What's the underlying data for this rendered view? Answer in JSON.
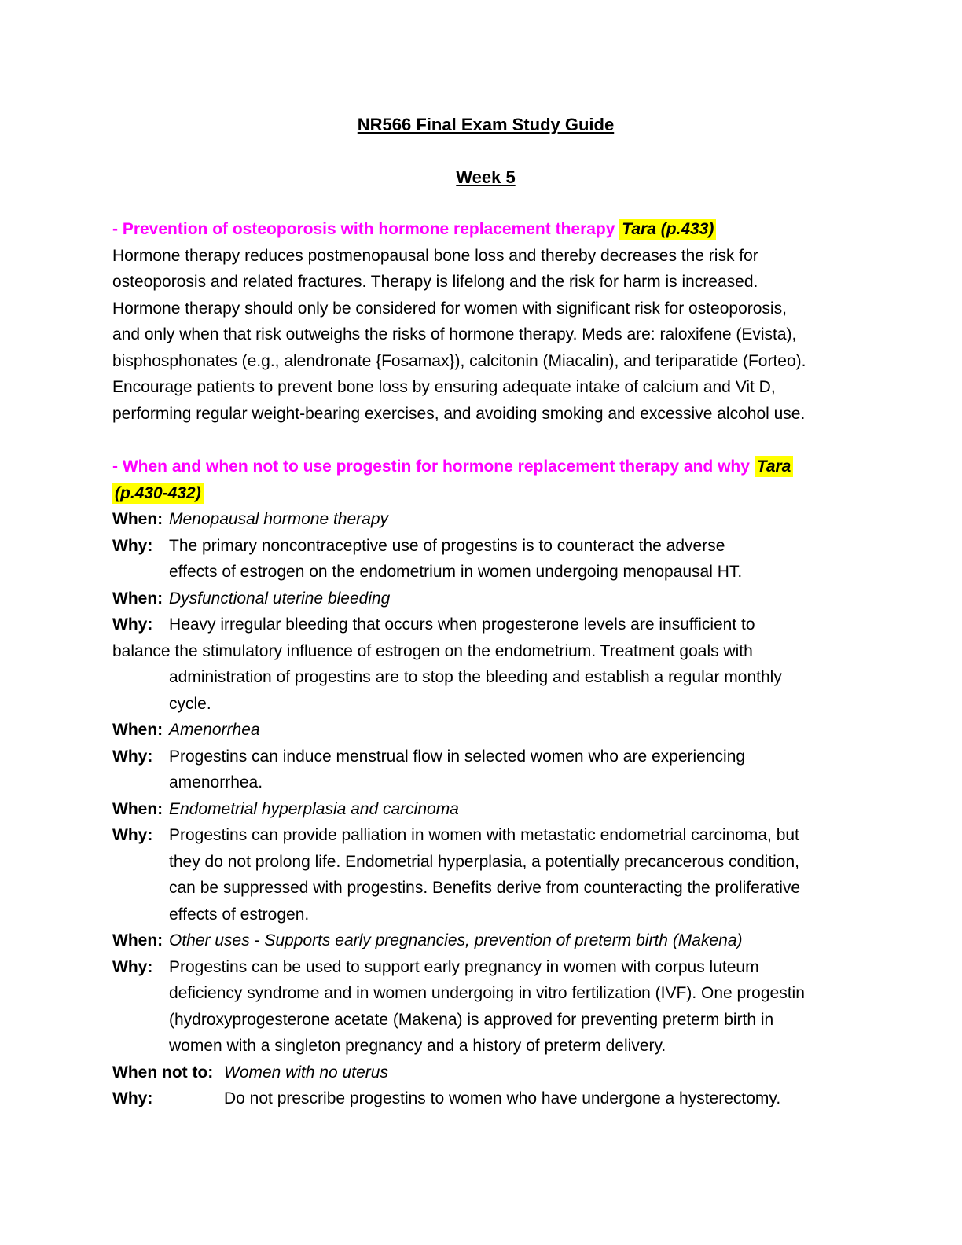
{
  "title": "NR566 Final Exam Study Guide",
  "subtitle": "Week 5",
  "colors": {
    "heading": "#FF00FF",
    "highlight": "#FFFF00",
    "text": "#000000",
    "page": "#FFFFFF"
  },
  "section_osteoporosis": {
    "heading": "- Prevention of osteoporosis with hormone replacement therapy",
    "reference": "Tara (p.433)",
    "body": "Hormone therapy reduces postmenopausal bone loss and thereby decreases the risk for\nosteoporosis and related fractures. Therapy is lifelong and the risk for harm is increased.\nHormone therapy should only be considered for women with significant risk for osteoporosis,\nand only when that risk outweighs the risks of hormone therapy. Meds are: raloxifene (Evista),\nbisphosphonates (e.g., alendronate {Fosamax}), calcitonin (Miacalin), and teriparatide (Forteo).\nEncourage patients to prevent bone loss by ensuring adequate intake of calcium and Vit D,\nperforming regular weight-bearing exercises, and avoiding smoking and excessive alcohol use."
  },
  "section_progestin": {
    "heading": "- When and when not to use progestin for hormone replacement therapy and why",
    "reference_line1": "Tara",
    "reference_line2": "(p.430-432)",
    "items": [
      {
        "label": "When:",
        "text": "Menopausal hormone therapy"
      },
      {
        "label": "Why:",
        "text": "The primary noncontraceptive use of progestins is to counteract the adverse\neffects of estrogen on the endometrium in women undergoing menopausal HT."
      },
      {
        "label": "When:",
        "text": "Dysfunctional uterine bleeding"
      },
      {
        "label": "Why:",
        "line1": "Heavy irregular bleeding that occurs when progesterone levels are insufficient to",
        "line2_outdent": "balance the stimulatory influence of estrogen on the endometrium. Treatment goals with",
        "rest": "administration of progestins are to stop the bleeding and establish a regular monthly\ncycle."
      },
      {
        "label": "When:",
        "text": "Amenorrhea"
      },
      {
        "label": "Why:",
        "text": "Progestins can induce menstrual flow in selected women who are experiencing\namenorrhea."
      },
      {
        "label": "When:",
        "text": "Endometrial hyperplasia and carcinoma"
      },
      {
        "label": "Why:",
        "text": "Progestins can provide palliation in women with metastatic endometrial carcinoma, but\nthey do not prolong life. Endometrial hyperplasia, a potentially precancerous condition,\ncan be suppressed with progestins. Benefits derive from counteracting the proliferative\neffects of estrogen."
      },
      {
        "label": "When:",
        "text": "Other uses - Supports early pregnancies, prevention of preterm birth (Makena)"
      },
      {
        "label": "Why:",
        "text": "Progestins can be used to support early pregnancy in women with corpus luteum\ndeficiency syndrome and in women undergoing in vitro fertilization (IVF). One progestin\n(hydroxyprogesterone acetate (Makena) is approved for preventing preterm birth in\nwomen with a singleton pregnancy and a history of preterm delivery."
      },
      {
        "label": "When not to:",
        "text": "Women with no uterus"
      },
      {
        "label": "Why:",
        "text": "Do not prescribe progestins to women who have undergone a hysterectomy."
      }
    ]
  }
}
